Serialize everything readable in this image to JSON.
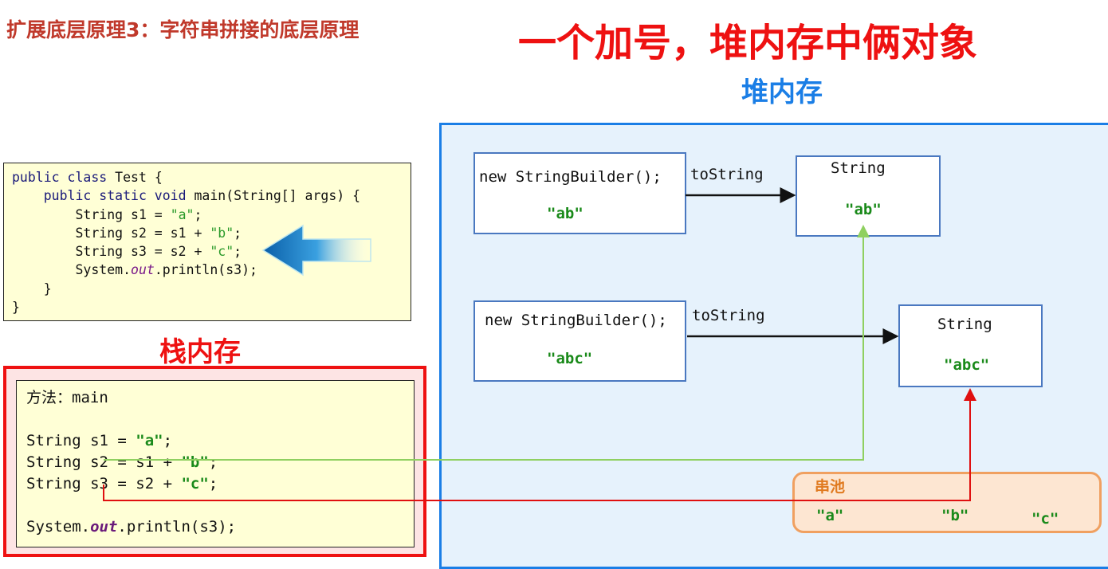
{
  "subtitle": "扩展底层原理3：字符串拼接的底层原理",
  "headline": "一个加号，堆内存中俩对象",
  "heap": {
    "title": "堆内存",
    "builders": [
      {
        "label": "new StringBuilder();",
        "value": "\"ab\"",
        "to_string": "toString"
      },
      {
        "label": "new StringBuilder();",
        "value": "\"abc\"",
        "to_string": "toString"
      }
    ],
    "strings": [
      {
        "label": "String",
        "value": "\"ab\""
      },
      {
        "label": "String",
        "value": "\"abc\""
      }
    ],
    "pool": {
      "title": "串池",
      "items": [
        "\"a\"",
        "\"b\"",
        "\"c\""
      ]
    }
  },
  "code": {
    "l1a": "public class",
    "l1b": " Test {",
    "l2a": "    public static void",
    "l2b": " main(String[] args) {",
    "l3a": "        String s1 = ",
    "l3b": "\"a\"",
    "l3c": ";",
    "l4a": "        String s2 = s1 + ",
    "l4b": "\"b\"",
    "l4c": ";",
    "l5a": "        String s3 = s2 + ",
    "l5b": "\"c\"",
    "l5c": ";",
    "l6a": "        System.",
    "l6b": "out",
    "l6c": ".println(s3);",
    "l7": "    }",
    "l8": "}"
  },
  "stack": {
    "title": "栈内存",
    "method": "方法：main",
    "s1a": "String s1 = ",
    "s1b": "\"a\"",
    "s2a": "String s2 = s1 + ",
    "s2b": "\"b\"",
    "s3a": "String s3 = s2 + ",
    "s3b": "\"c\"",
    "semi": ";",
    "p1": "System.",
    "p2": "out",
    "p3": ".println(s3);"
  },
  "colors": {
    "heap": "#1a7ee6",
    "stack": "#ee1111",
    "green_ref": "#8fd060",
    "red_ref": "#e01010"
  }
}
